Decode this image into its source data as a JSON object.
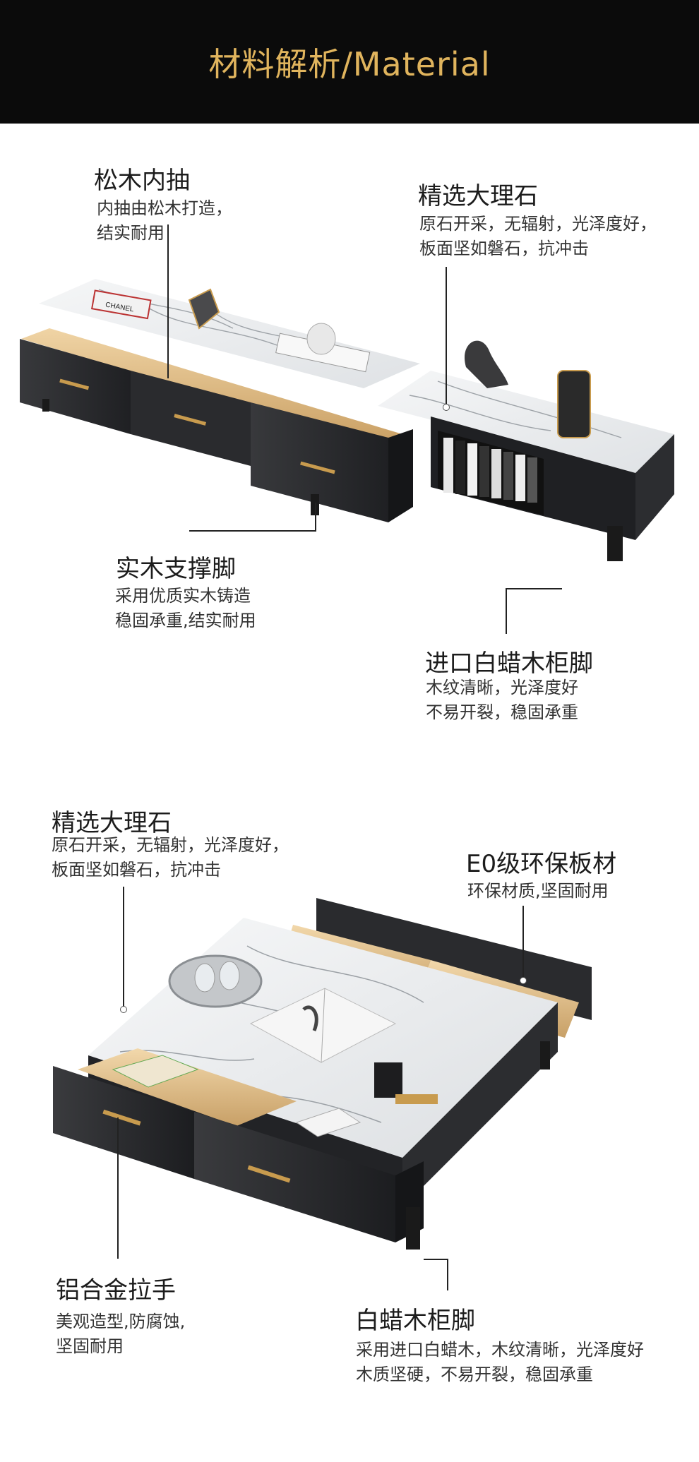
{
  "header": {
    "title": "材料解析/Material"
  },
  "tv_cabinet": {
    "pine_drawer": {
      "title": "松木内抽",
      "desc": [
        "内抽由松木打造，",
        "结实耐用"
      ]
    },
    "marble_top": {
      "title": "精选大理石",
      "desc": [
        "原石开采，无辐射，光泽度好，",
        "板面坚如磐石，抗冲击"
      ]
    },
    "wood_leg": {
      "title": "实木支撑脚",
      "desc": [
        "采用优质实木铸造",
        "稳固承重,结实耐用"
      ]
    },
    "ash_leg": {
      "title": "进口白蜡木柜脚",
      "desc": [
        "木纹清晰，光泽度好",
        "不易开裂，稳固承重"
      ]
    },
    "props": {
      "book_label": "CHANEL"
    }
  },
  "coffee_table": {
    "marble_top": {
      "title": "精选大理石",
      "desc": [
        "原石开采，无辐射，光泽度好，",
        "板面坚如磐石，抗冲击"
      ]
    },
    "e0_board": {
      "title": "E0级环保板材",
      "desc": [
        "环保材质,坚固耐用"
      ]
    },
    "handle": {
      "title": "铝合金拉手",
      "desc": [
        "美观造型,防腐蚀,",
        "坚固耐用"
      ]
    },
    "ash_leg": {
      "title": "白蜡木柜脚",
      "desc": [
        "采用进口白蜡木，木纹清晰，光泽度好",
        "木质坚硬，不易开裂，稳固承重"
      ]
    }
  },
  "colors": {
    "header_bg": "#0b0b0b",
    "header_text": "#e0b45d",
    "cabinet": "#2b2b2d",
    "marble": "#eef0f1",
    "wood": "#e3c391",
    "gold": "#c89b4e"
  }
}
